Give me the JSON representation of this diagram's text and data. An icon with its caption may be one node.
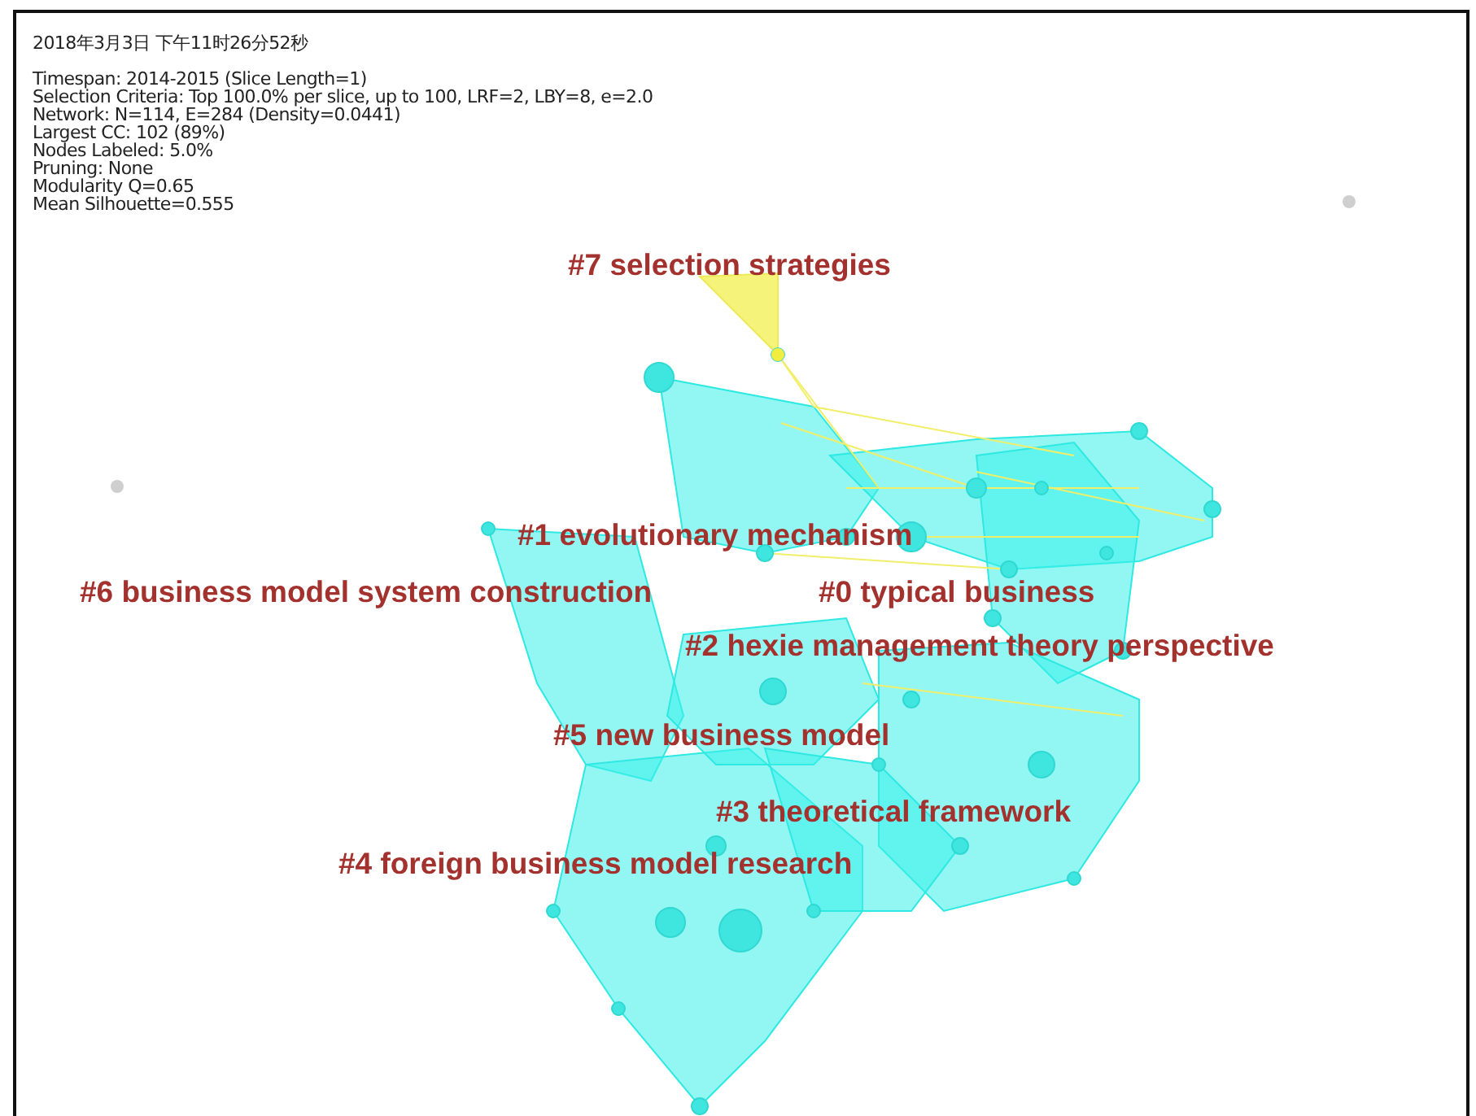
{
  "diagram": {
    "labels": [
      "2018年3月3日 下午11时26分52秒",
      "Timespan: 2014-2015 (Slice Length=1)",
      "Selection Criteria: Top 100.0% per slice, up to 100, LRF=2, LBY=8, e=2.0",
      "Network: N=114, E=284 (Density=0.0441)",
      "Largest CC: 102 (89%)",
      "Nodes Labeled: 5.0%",
      "Pruning: None",
      "Modularity Q=0.65",
      "Mean Silhouette=0.555",
      "#7 selection strategies",
      "#1 evolutionary mechanism",
      "#6 business model system construction",
      "#0 typical business",
      "#2 hexie management theory perspective",
      "#5 new business model",
      "#3 theoretical framework",
      "#4 foreign business model research"
    ]
  }
}
